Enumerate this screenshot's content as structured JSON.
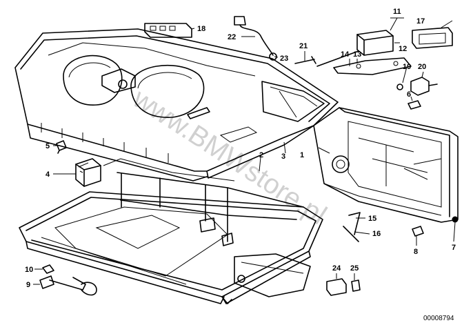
{
  "callouts": [
    {
      "id": "1",
      "label": "1"
    },
    {
      "id": "2",
      "label": "2"
    },
    {
      "id": "3",
      "label": "3"
    },
    {
      "id": "4",
      "label": "4"
    },
    {
      "id": "5",
      "label": "5"
    },
    {
      "id": "6",
      "label": "6"
    },
    {
      "id": "7",
      "label": "7"
    },
    {
      "id": "8",
      "label": "8"
    },
    {
      "id": "9",
      "label": "9"
    },
    {
      "id": "10",
      "label": "10"
    },
    {
      "id": "11",
      "label": "11"
    },
    {
      "id": "12",
      "label": "12"
    },
    {
      "id": "13",
      "label": "13"
    },
    {
      "id": "14",
      "label": "14"
    },
    {
      "id": "15",
      "label": "15"
    },
    {
      "id": "16",
      "label": "16"
    },
    {
      "id": "17",
      "label": "17"
    },
    {
      "id": "18",
      "label": "18"
    },
    {
      "id": "19",
      "label": "19"
    },
    {
      "id": "20",
      "label": "20"
    },
    {
      "id": "21",
      "label": "21"
    },
    {
      "id": "22",
      "label": "22"
    },
    {
      "id": "23",
      "label": "23"
    },
    {
      "id": "24",
      "label": "24"
    },
    {
      "id": "25",
      "label": "25"
    }
  ],
  "document_number": "00008794",
  "watermark": "www.BMWstore.pl"
}
